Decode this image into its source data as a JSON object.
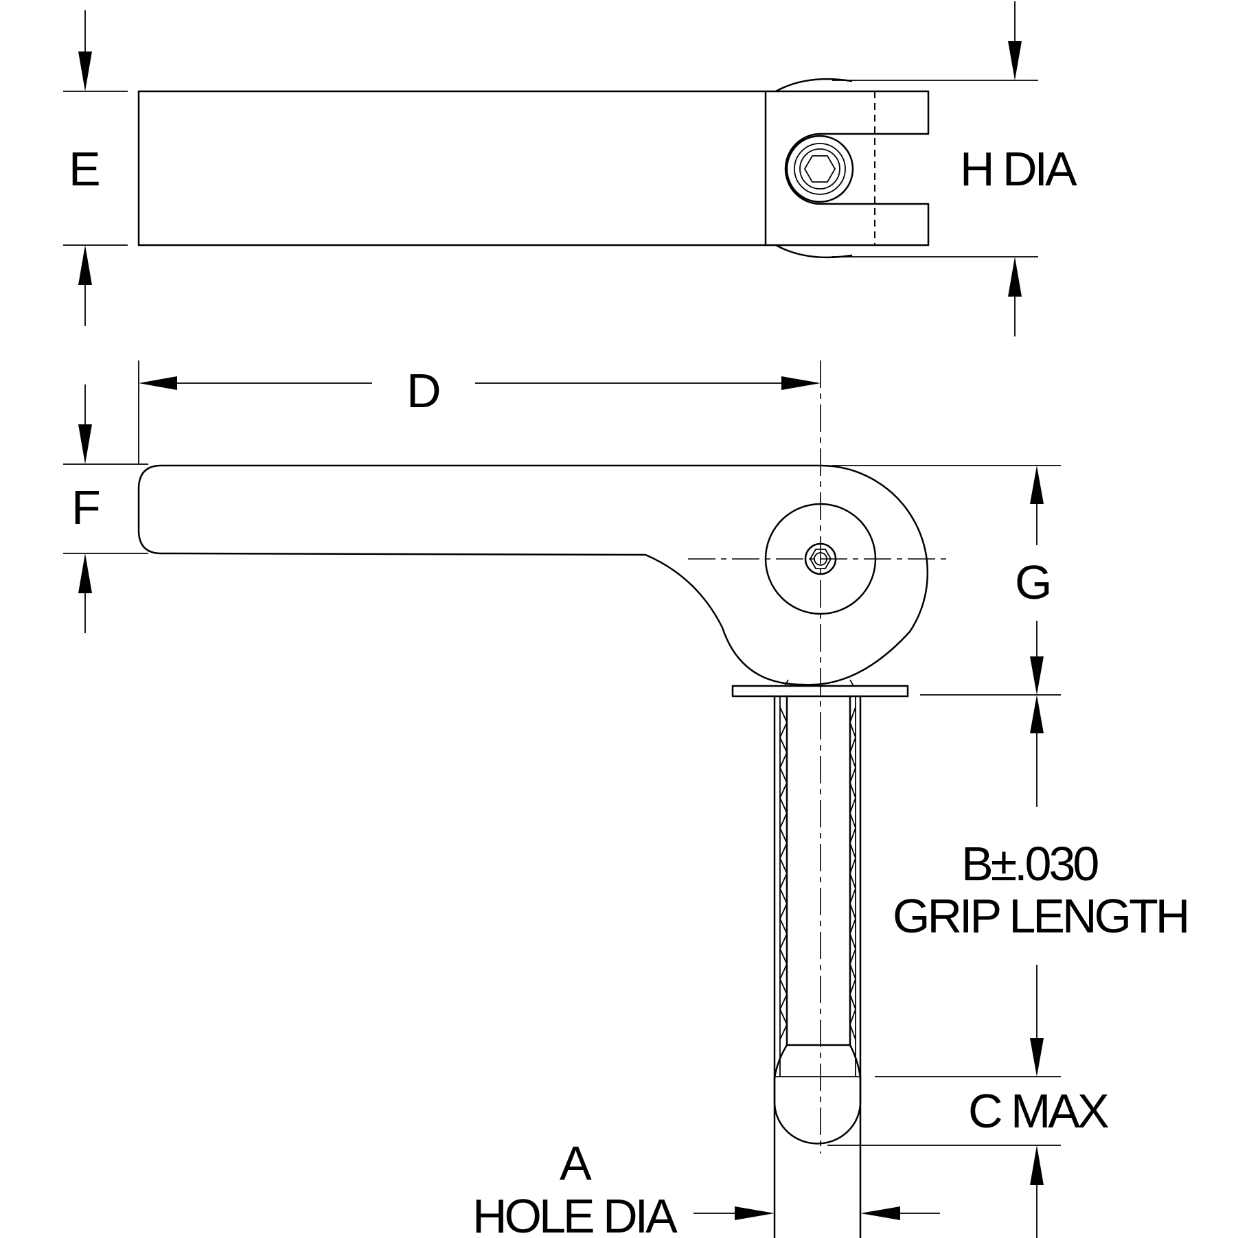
{
  "labels": {
    "e": "E",
    "h_dia": "H DIA",
    "d": "D",
    "f": "F",
    "g": "G",
    "b_tolerance": "B±.030",
    "grip_length": "GRIP LENGTH",
    "c_max": "C MAX",
    "a": "A",
    "hole_dia": "HOLE DIA"
  }
}
